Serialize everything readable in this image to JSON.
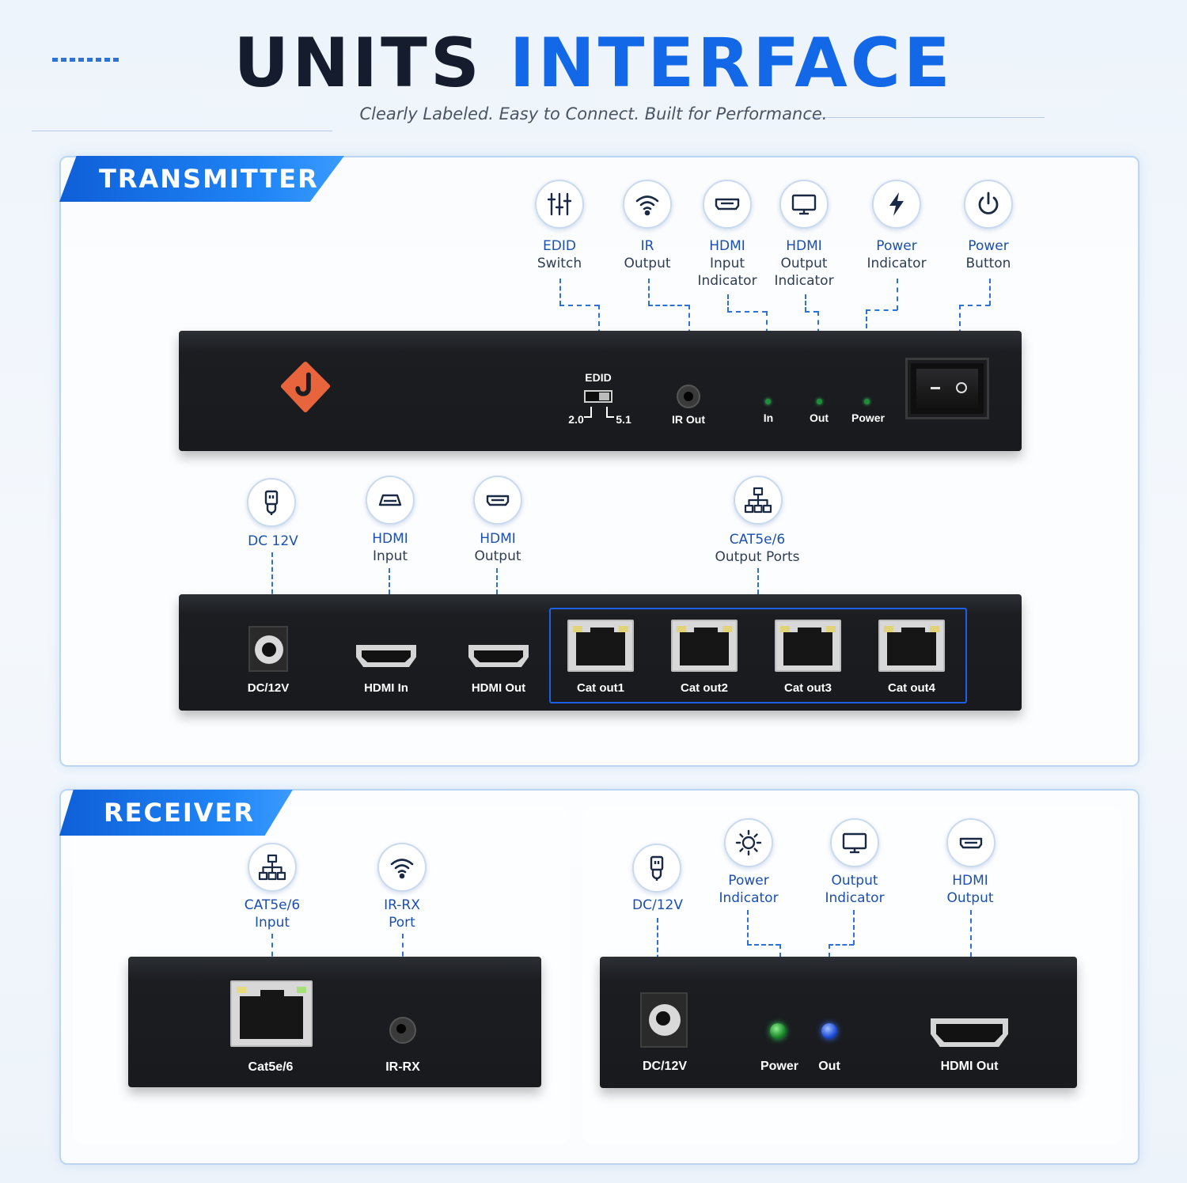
{
  "header": {
    "title_part1": "UNITS",
    "title_part2": "INTERFACE",
    "subtitle": "Clearly Labeled. Easy to Connect. Built for Performance."
  },
  "colors": {
    "accent": "#1368e8",
    "title_dark": "#141c2e",
    "callout": "#2b7ae6",
    "logo": "#e8643c"
  },
  "transmitter": {
    "banner": "TRANSMITTER",
    "front_callouts": [
      {
        "icon": "sliders-icon",
        "line1": "EDID",
        "line2": "Switch",
        "line3": ""
      },
      {
        "icon": "wifi-icon",
        "line1": "IR",
        "line2": "Output",
        "line3": ""
      },
      {
        "icon": "hdmi-icon",
        "line1": "HDMI",
        "line2": "Input",
        "line3": "Indicator"
      },
      {
        "icon": "monitor-icon",
        "line1": "HDMI",
        "line2": "Output",
        "line3": "Indicator"
      },
      {
        "icon": "lightning-icon",
        "line1": "Power",
        "line2": "Indicator",
        "line3": ""
      },
      {
        "icon": "power-icon",
        "line1": "Power",
        "line2": "Button",
        "line3": ""
      }
    ],
    "front_panel": {
      "edid_label": "EDID",
      "edid_left": "2.0",
      "edid_right": "5.1",
      "ir_out": "IR Out",
      "in": "In",
      "out": "Out",
      "power": "Power"
    },
    "rear_callouts": [
      {
        "icon": "usb-plug-icon",
        "line1": "DC 12V",
        "line2": ""
      },
      {
        "icon": "hdmi-icon",
        "line1": "HDMI",
        "line2": "Input"
      },
      {
        "icon": "hdmi-icon",
        "line1": "HDMI",
        "line2": "Output"
      },
      {
        "icon": "network-icon",
        "line1": "CAT5e/6",
        "line2": "Output Ports"
      }
    ],
    "rear_panel": {
      "dc": "DC/12V",
      "hdmi_in": "HDMI In",
      "hdmi_out": "HDMI Out",
      "cat_ports": [
        "Cat out1",
        "Cat out2",
        "Cat out3",
        "Cat out4"
      ]
    }
  },
  "receiver": {
    "banner": "RECEIVER",
    "left_callouts": [
      {
        "icon": "network-icon",
        "line1": "CAT5e/6",
        "line2": "Input"
      },
      {
        "icon": "wifi-icon",
        "line1": "IR-RX",
        "line2": "Port"
      }
    ],
    "left_panel": {
      "cat": "Cat5e/6",
      "ir": "IR-RX"
    },
    "right_callouts": [
      {
        "icon": "usb-plug-icon",
        "line1": "DC/12V",
        "line2": ""
      },
      {
        "icon": "sun-icon",
        "line1": "Power",
        "line2": "Indicator"
      },
      {
        "icon": "monitor-icon",
        "line1": "Output",
        "line2": "Indicator"
      },
      {
        "icon": "hdmi-icon",
        "line1": "HDMI",
        "line2": "Output"
      }
    ],
    "right_panel": {
      "dc": "DC/12V",
      "power": "Power",
      "out": "Out",
      "hdmi_out": "HDMI Out"
    }
  }
}
